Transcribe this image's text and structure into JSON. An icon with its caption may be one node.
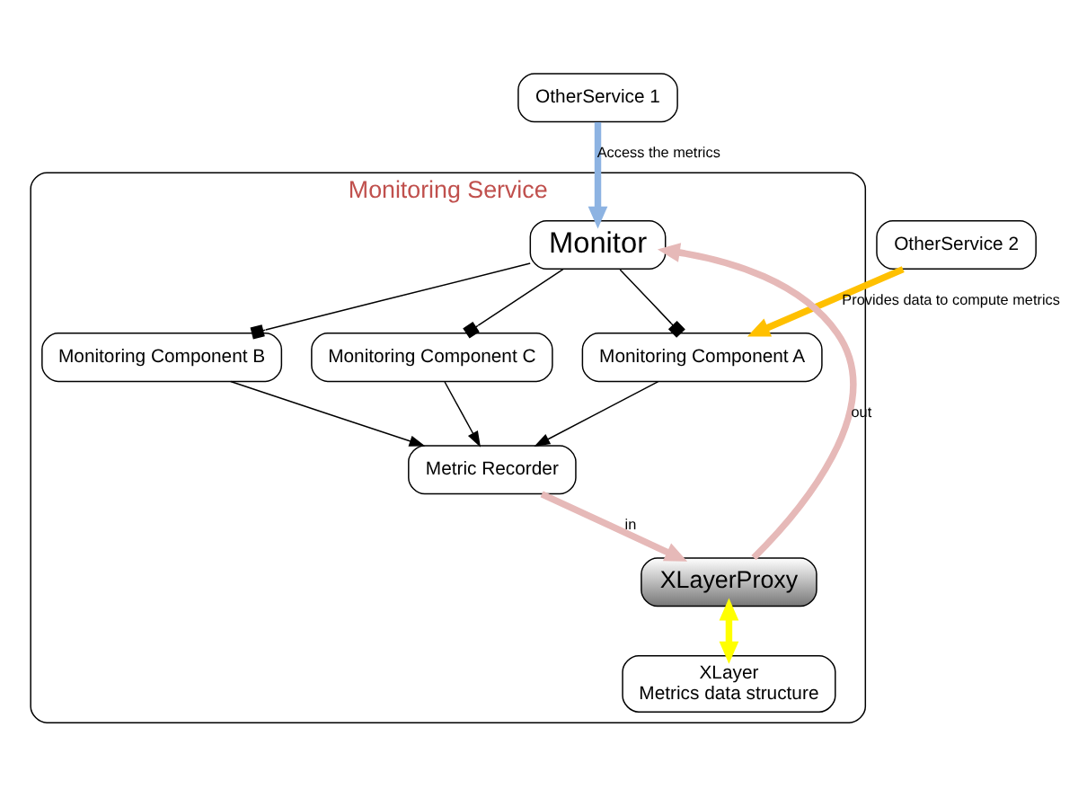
{
  "diagram": {
    "nodes": [
      {
        "text": [
          "OtherService 1"
        ]
      },
      {
        "text": [
          "OtherService 2"
        ]
      },
      {
        "text": [
          "Monitoring Service"
        ]
      },
      {
        "text": [
          "Monitor"
        ],
        "in": 2
      },
      {
        "text": [
          "Monitoring Component A"
        ],
        "in": 2
      },
      {
        "text": [
          "Monitoring Component B"
        ],
        "in": 2
      },
      {
        "text": [
          "Monitoring Component C"
        ],
        "in": 2
      },
      {
        "text": [
          "Metric Recorder"
        ],
        "in": 2
      },
      {
        "text": [
          "XLayerProxy"
        ],
        "in": 2
      },
      {
        "text": [
          "XLayer",
          "Metrics data structure"
        ],
        "in": 2
      }
    ],
    "edges": [
      {
        "from": 0,
        "to": 3,
        "arrow": "to",
        "label": "Access the metrics",
        "style": "thick",
        "color": "#8db3e2"
      },
      {
        "from": 1,
        "to": 4,
        "arrow": "to",
        "label": "Provides data to compute metrics",
        "style": "thick",
        "color": "#ffc000"
      },
      {
        "from": 3,
        "to": 4,
        "arrow": "other"
      },
      {
        "from": 3,
        "to": 5,
        "arrow": "other"
      },
      {
        "from": 3,
        "to": 6,
        "arrow": "other"
      },
      {
        "from": 4,
        "to": 7,
        "arrow": "to"
      },
      {
        "from": 5,
        "to": 7,
        "arrow": "to"
      },
      {
        "from": 6,
        "to": 7,
        "arrow": "to"
      },
      {
        "from": 8,
        "to": 3,
        "arrow": "to",
        "label": "out",
        "style": "thick",
        "color": "#e6b9b8"
      },
      {
        "from": 7,
        "to": 8,
        "arrow": "to",
        "label": "in",
        "style": "thick",
        "color": "#e6b9b8"
      },
      {
        "from": 8,
        "to": 9,
        "arrow": "both",
        "style": "thick",
        "color": "#ffff00"
      }
    ]
  }
}
